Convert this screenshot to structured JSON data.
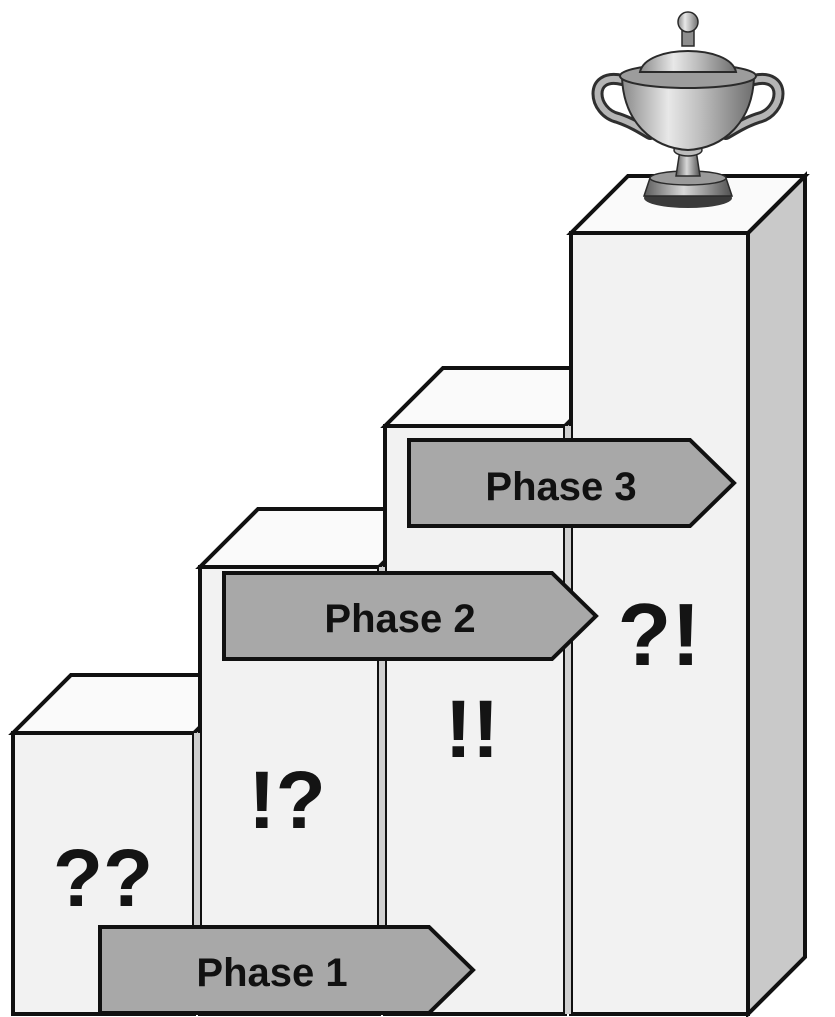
{
  "diagram": {
    "steps": [
      {
        "mark": "??",
        "phase": "Phase 1"
      },
      {
        "mark": "!?",
        "phase": "Phase 2"
      },
      {
        "mark": "!!",
        "phase": "Phase 3"
      },
      {
        "mark": "?!"
      }
    ],
    "trophy_icon": "trophy-cup-icon",
    "colors": {
      "front_face": "#f2f2f2",
      "top_face": "#fafafa",
      "side_face": "#c9c9c9",
      "arrow_fill": "#a8a8a8",
      "outline": "#111111",
      "text": "#111111"
    }
  }
}
